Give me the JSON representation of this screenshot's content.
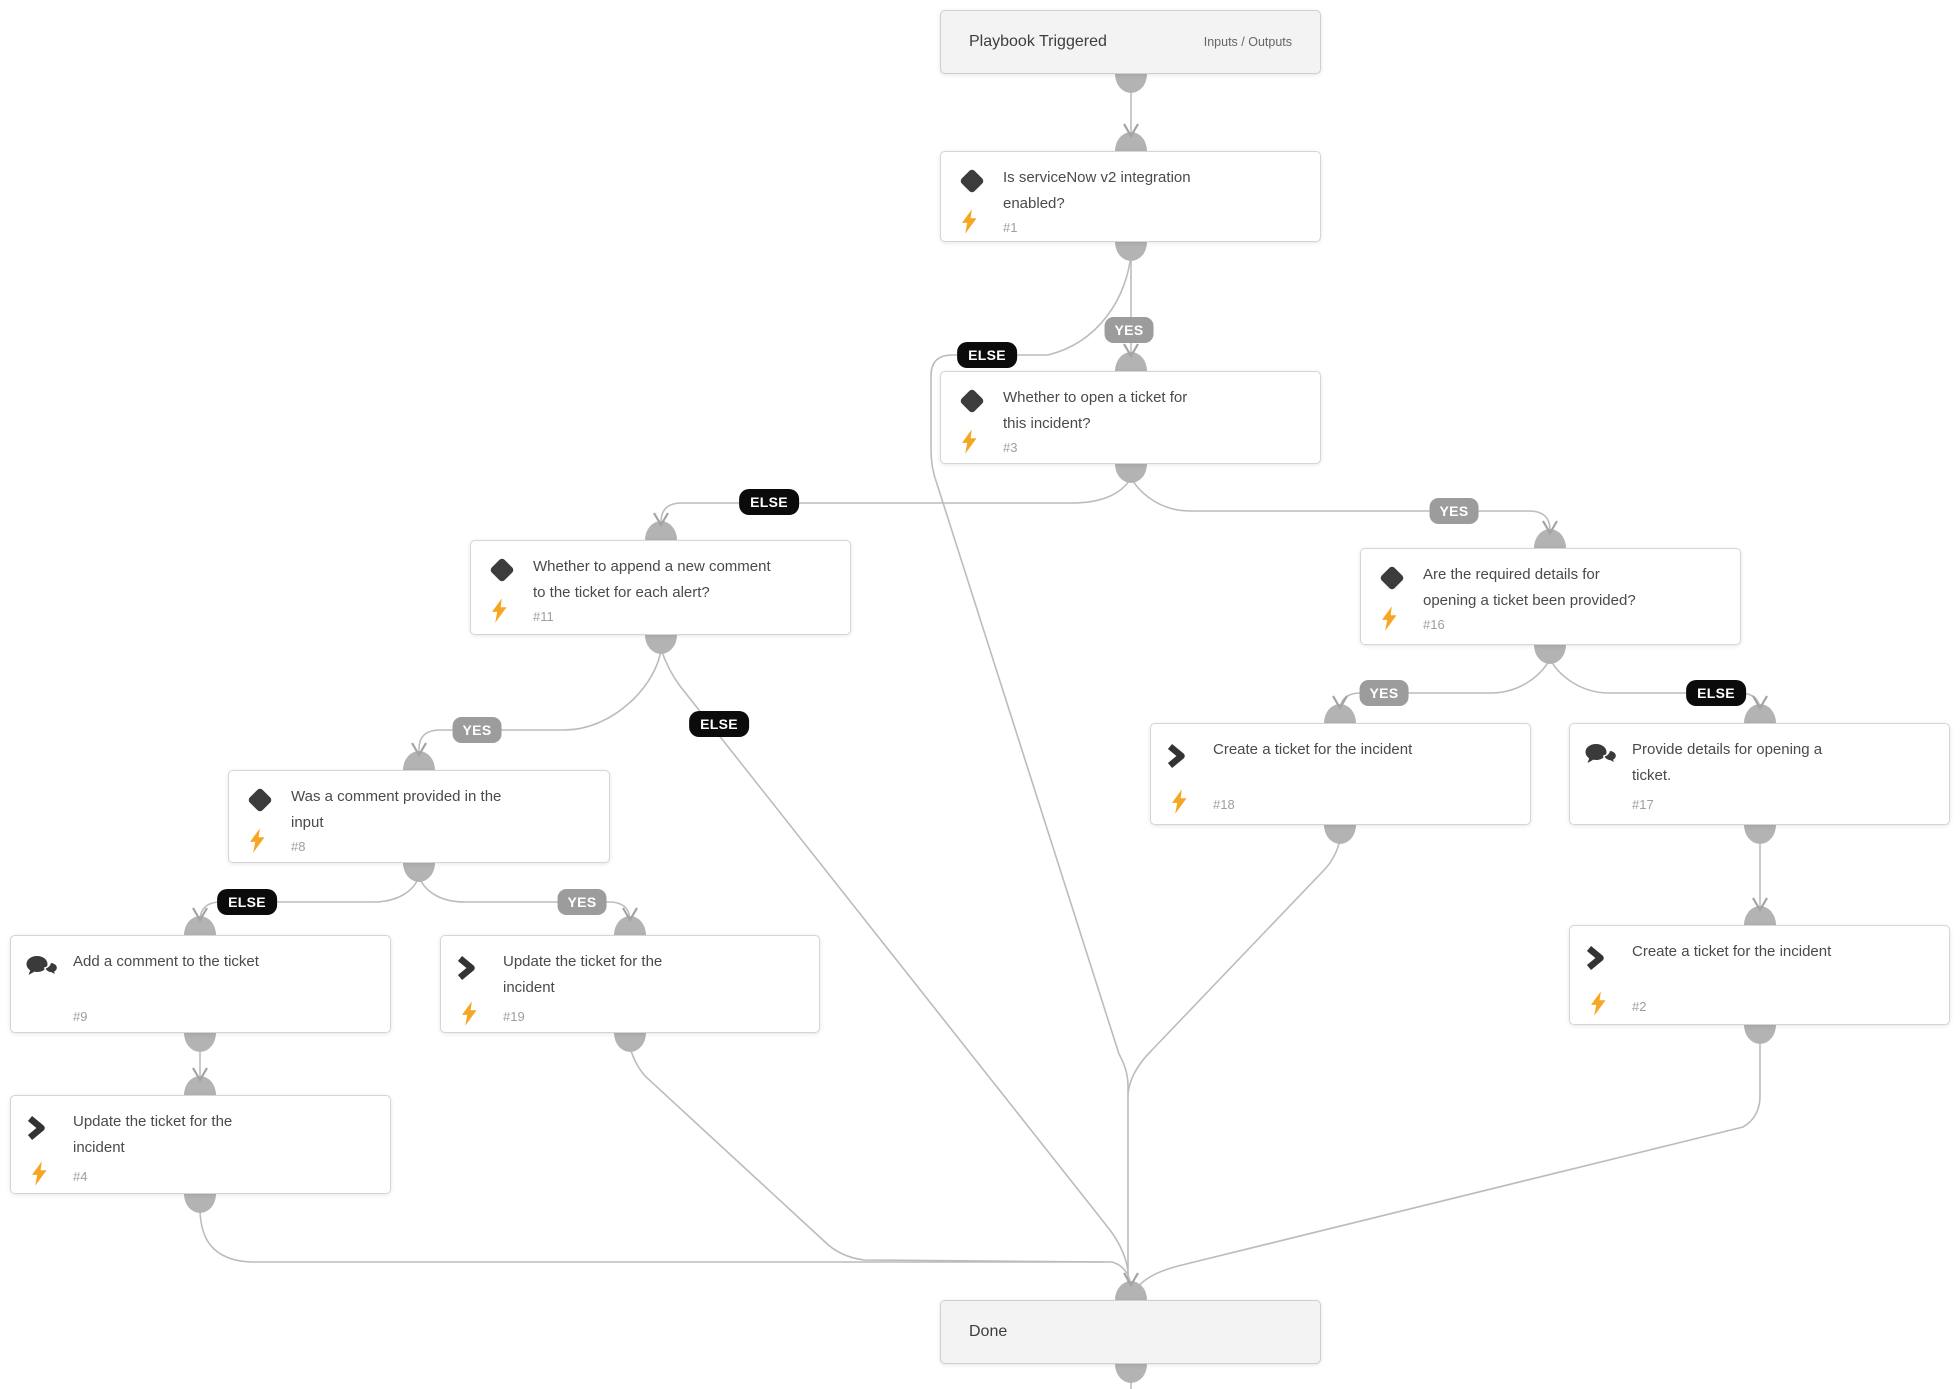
{
  "diagram": {
    "trigger": {
      "title": "Playbook Triggered",
      "link": "Inputs / Outputs"
    },
    "done": {
      "title": "Done"
    },
    "nodes": {
      "n1": {
        "kind": "condition",
        "title": "Is serviceNow v2 integration\nenabled?",
        "number": "#1"
      },
      "n3": {
        "kind": "condition",
        "title": "Whether to open a ticket for\nthis incident?",
        "number": "#3"
      },
      "n11": {
        "kind": "condition",
        "title": "Whether to append a new comment\nto the ticket for each alert?",
        "number": "#11"
      },
      "n16": {
        "kind": "condition",
        "title": "Are the required details for\nopening a ticket been provided?",
        "number": "#16"
      },
      "n8": {
        "kind": "condition",
        "title": "Was a comment provided in the\ninput",
        "number": "#8"
      },
      "n9": {
        "kind": "action-comment",
        "title": "Add a comment to the ticket",
        "number": "#9"
      },
      "n19": {
        "kind": "action-task",
        "title": "Update the ticket for the\nincident",
        "number": "#19"
      },
      "n4": {
        "kind": "action-task",
        "title": "Update the ticket for the\nincident",
        "number": "#4"
      },
      "n18": {
        "kind": "action-task",
        "title": "Create a ticket for the incident",
        "number": "#18"
      },
      "n17": {
        "kind": "action-comment",
        "title": "Provide details for opening a\nticket.",
        "number": "#17"
      },
      "n2": {
        "kind": "action-task",
        "title": "Create a ticket for the incident",
        "number": "#2"
      }
    },
    "branch_labels": {
      "yes": "YES",
      "else": "ELSE"
    },
    "icons": {
      "condition": "diamond-icon",
      "automation": "bolt-icon",
      "task": "chevron-icon",
      "comment": "chat-bubbles-icon"
    },
    "colors": {
      "edge": "#bcbcbc",
      "connector": "#b3b3b3",
      "yes_badge": "#9c9c9c",
      "else_badge": "#0b0b0b",
      "bolt": "#f5a623",
      "node_border": "#d5d5d5",
      "header_bg": "#f3f3f3"
    }
  }
}
